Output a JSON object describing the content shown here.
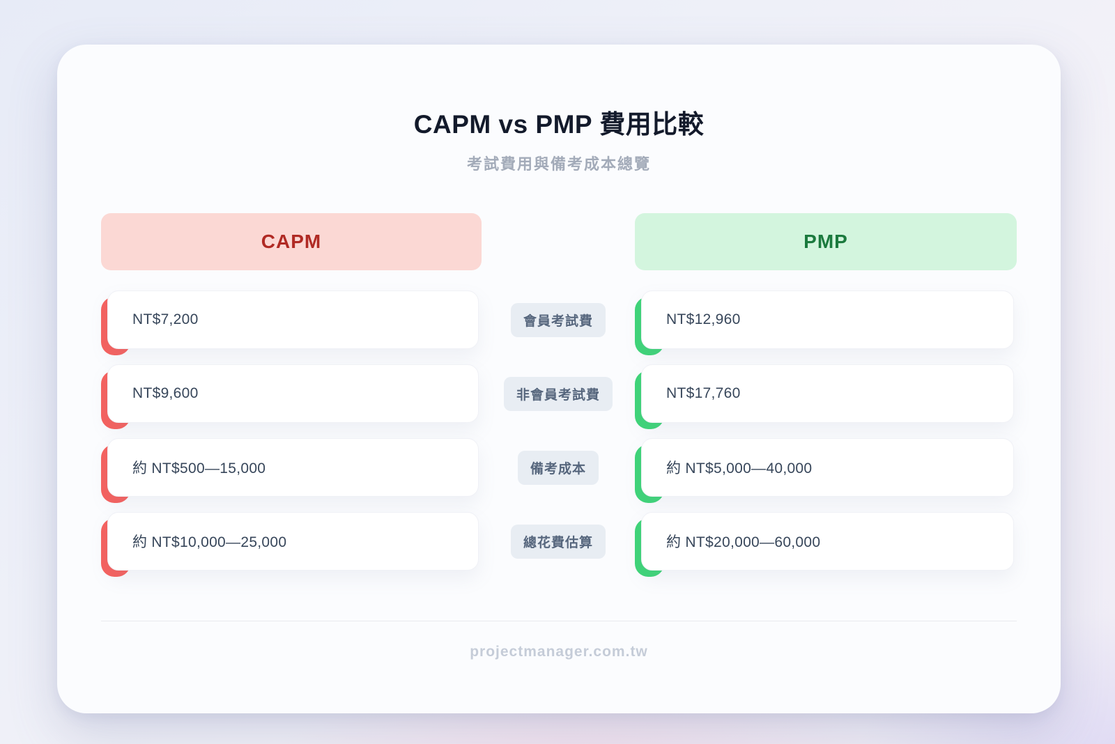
{
  "page": {
    "title": "CAPM vs PMP 費用比較",
    "subtitle": "考試費用與備考成本總覽",
    "footer": "projectmanager.com.tw"
  },
  "columns": {
    "left_header": "CAPM",
    "right_header": "PMP"
  },
  "rows": [
    {
      "label": "會員考試費",
      "capm": "NT$7,200",
      "pmp": "NT$12,960"
    },
    {
      "label": "非會員考試費",
      "capm": "NT$9,600",
      "pmp": "NT$17,760"
    },
    {
      "label": "備考成本",
      "capm": "約 NT$500—15,000",
      "pmp": "約 NT$5,000—40,000"
    },
    {
      "label": "總花費估算",
      "capm": "約 NT$10,000—25,000",
      "pmp": "約 NT$20,000—60,000"
    }
  ],
  "chart_data": {
    "type": "table",
    "title": "CAPM vs PMP 費用比較",
    "subtitle": "考試費用與備考成本總覽",
    "categories": [
      "會員考試費",
      "非會員考試費",
      "備考成本",
      "總花費估算"
    ],
    "series": [
      {
        "name": "CAPM",
        "values": [
          "NT$7,200",
          "NT$9,600",
          "約 NT$500—15,000",
          "約 NT$10,000—25,000"
        ]
      },
      {
        "name": "PMP",
        "values": [
          "NT$12,960",
          "NT$17,760",
          "約 NT$5,000—40,000",
          "約 NT$20,000—60,000"
        ]
      }
    ],
    "source": "projectmanager.com.tw",
    "legend_position": "top",
    "grid": false
  },
  "colors": {
    "capm_accent": "#f6615e",
    "capm_header_bg": "#fbd8d4",
    "capm_header_text": "#b02a24",
    "pmp_accent": "#3ed578",
    "pmp_header_bg": "#d3f5de",
    "pmp_header_text": "#1b7a3e",
    "badge_bg": "#e8edf3",
    "badge_text": "#56667d",
    "value_text": "#37465a",
    "title_text": "#131a2b",
    "subtitle_text": "#a3abb9",
    "footer_text": "#c5ccd8"
  }
}
